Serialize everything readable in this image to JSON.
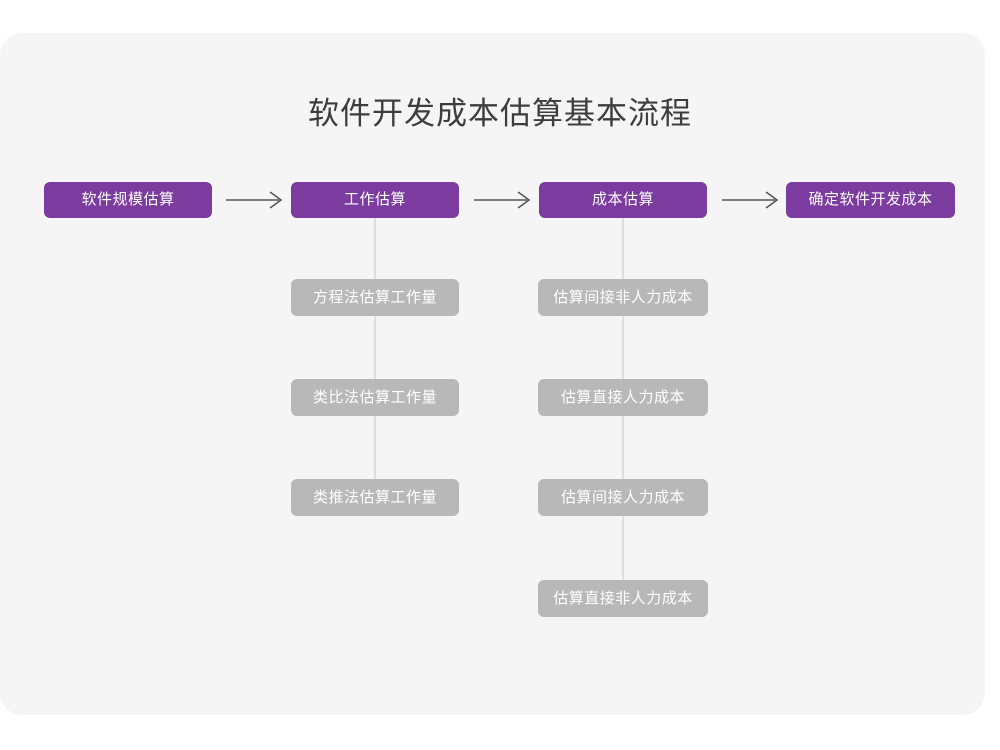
{
  "diagram": {
    "title": "软件开发成本估算基本流程",
    "colors": {
      "canvas": "#ffffff",
      "card": "#f5f5f5",
      "primary_node": "#7c3b9e",
      "secondary_node": "#b8b8b8",
      "node_text": "#ffffff",
      "title_text": "#3d3d3d",
      "connector_line": "#dedede",
      "arrow": "#555555"
    },
    "main_flow": [
      {
        "id": "stage-1",
        "label": "软件规模估算"
      },
      {
        "id": "stage-2",
        "label": "工作估算"
      },
      {
        "id": "stage-3",
        "label": "成本估算"
      },
      {
        "id": "stage-4",
        "label": "确定软件开发成本"
      }
    ],
    "arrows": [
      {
        "id": "arrow-1",
        "glyph": "⟶",
        "from": "stage-1",
        "to": "stage-2"
      },
      {
        "id": "arrow-2",
        "glyph": "⟶",
        "from": "stage-2",
        "to": "stage-3"
      },
      {
        "id": "arrow-3",
        "glyph": "⟶",
        "from": "stage-3",
        "to": "stage-4"
      }
    ],
    "sub_flows": [
      {
        "parent": "stage-2",
        "items": [
          {
            "id": "effort-1",
            "label": "方程法估算工作量"
          },
          {
            "id": "effort-2",
            "label": "类比法估算工作量"
          },
          {
            "id": "effort-3",
            "label": "类推法估算工作量"
          }
        ]
      },
      {
        "parent": "stage-3",
        "items": [
          {
            "id": "cost-1",
            "label": "估算间接非人力成本"
          },
          {
            "id": "cost-2",
            "label": "估算直接人力成本"
          },
          {
            "id": "cost-3",
            "label": "估算间接人力成本"
          },
          {
            "id": "cost-4",
            "label": "估算直接非人力成本"
          }
        ]
      }
    ]
  }
}
